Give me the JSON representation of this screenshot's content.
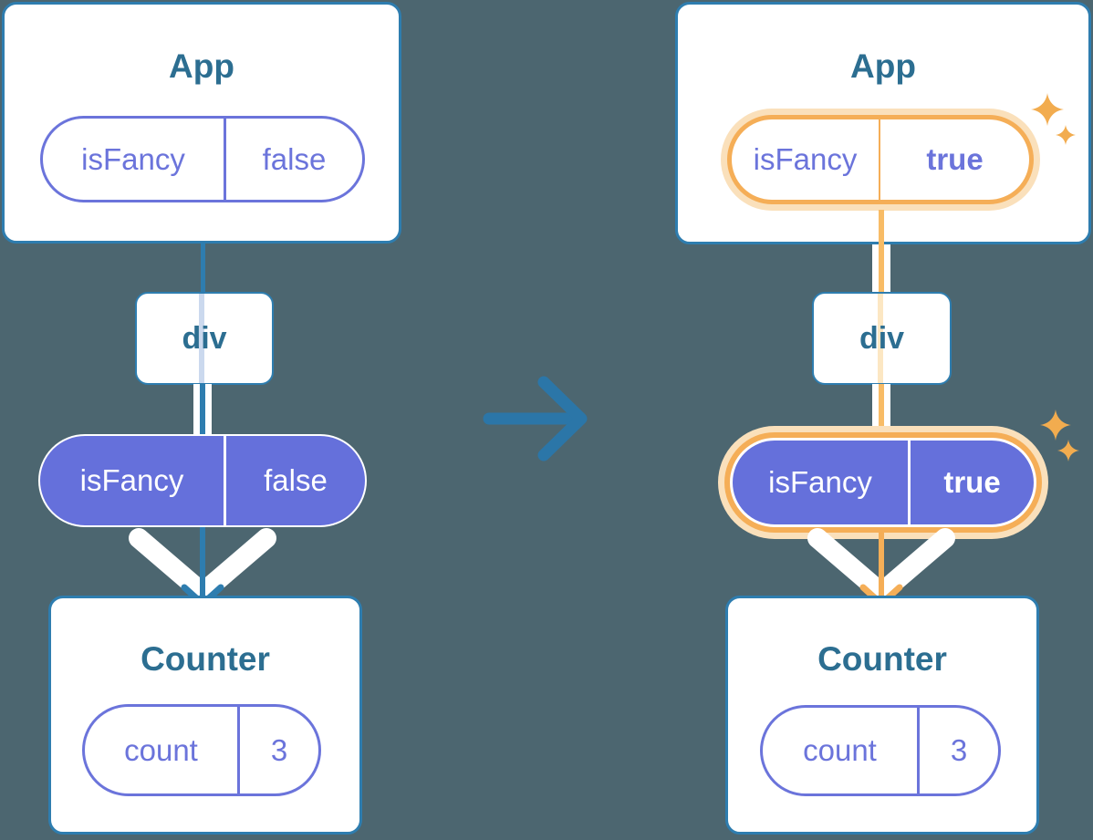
{
  "colors": {
    "background": "#4C6670",
    "card_border": "#2E7DAF",
    "card_title": "#2C6E91",
    "purple": "#6570DB",
    "purple_text": "#6B74DB",
    "orange": "#F5AE57",
    "orange_glow": "#FAE0BB",
    "orange_line": "#F8BC66",
    "faint_blue": "#CBD9EE",
    "faint_orange": "#FCE7C3",
    "arrow_blue": "#2B76A8",
    "white": "#FFFFFF"
  },
  "icons": {
    "transition": "arrow-right-icon",
    "flow": "arrow-down-icon",
    "highlight": "sparkle-icon"
  },
  "before_tree": {
    "app": {
      "title": "App",
      "prop_name": "isFancy",
      "prop_value": "false"
    },
    "div_label": "div",
    "passed_prop": {
      "name": "isFancy",
      "value": "false"
    },
    "counter": {
      "title": "Counter",
      "state_name": "count",
      "state_value": "3"
    }
  },
  "after_tree": {
    "app": {
      "title": "App",
      "prop_name": "isFancy",
      "prop_value": "true"
    },
    "div_label": "div",
    "passed_prop": {
      "name": "isFancy",
      "value": "true"
    },
    "counter": {
      "title": "Counter",
      "state_name": "count",
      "state_value": "3"
    }
  }
}
